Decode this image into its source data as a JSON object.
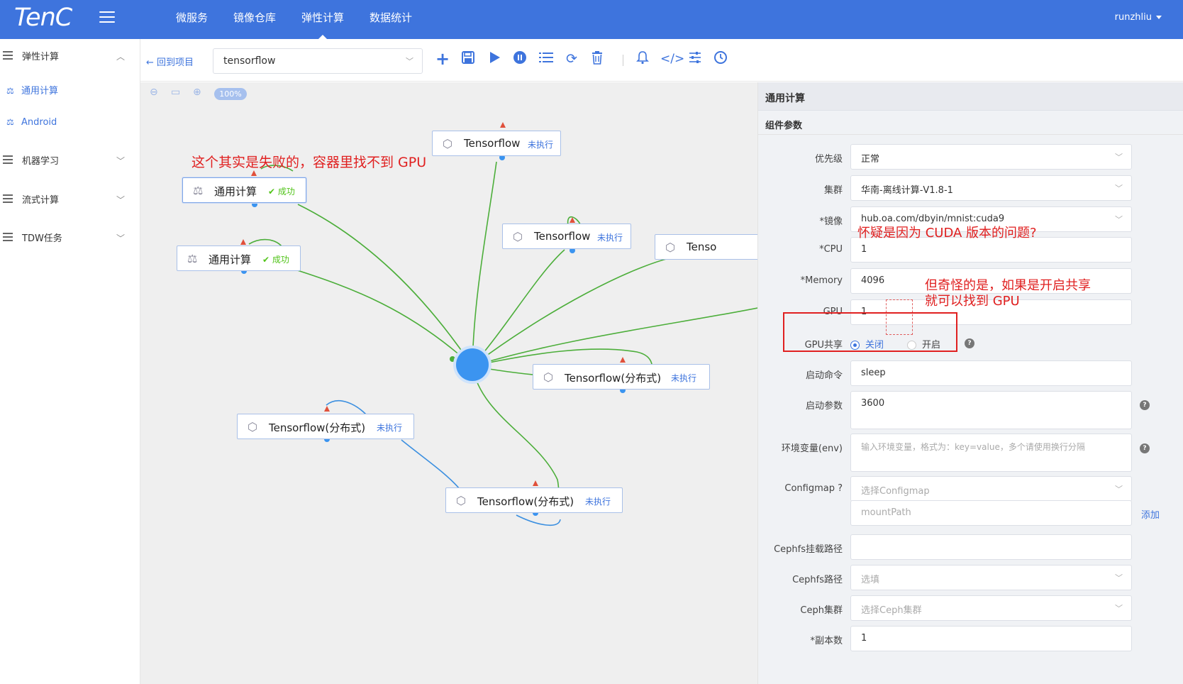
{
  "brand": {
    "logo": "TenC"
  },
  "topnav": [
    "微服务",
    "镜像仓库",
    "弹性计算",
    "数据统计"
  ],
  "user": {
    "name": "runzhliu"
  },
  "sidebar": {
    "groups": [
      "弹性计算",
      "机器学习",
      "流式计算",
      "TDW任务"
    ],
    "items": [
      "通用计算",
      "Android"
    ]
  },
  "toolbar": {
    "back": "回到项目",
    "project": "tensorflow",
    "icons": [
      "plus-icon",
      "save-icon",
      "run-icon",
      "stop-icon",
      "list-icon",
      "refresh-icon",
      "delete-icon",
      "bell-icon",
      "code-icon",
      "sliders-icon",
      "clock-icon"
    ]
  },
  "canvas": {
    "zoom": "100%",
    "annotation": "这个其实是失败的，容器里找不到 GPU",
    "nodes": [
      {
        "title": "Tensorflow",
        "status": "未执行"
      },
      {
        "title": "通用计算",
        "status": "成功"
      },
      {
        "title": "Tensorflow",
        "status": "未执行"
      },
      {
        "title": "Tenso",
        "status": ""
      },
      {
        "title": "通用计算",
        "status": "成功"
      },
      {
        "title": "Tensorflow(分布式)",
        "status": "未执行"
      },
      {
        "title": "Tensorflow(分布式)",
        "status": "未执行"
      },
      {
        "title": "Tensorflow(分布式)",
        "status": "未执行"
      }
    ]
  },
  "panel": {
    "title": "通用计算",
    "subtitle": "组件参数",
    "annotations": {
      "cuda": "怀疑是因为 CUDA 版本的问题?",
      "share_line1": "但奇怪的是，如果是开启共享",
      "share_line2": "就可以找到 GPU"
    },
    "fields": {
      "priority": {
        "label": "优先级",
        "value": "正常"
      },
      "cluster": {
        "label": "集群",
        "value": "华南-离线计算-V1.8-1"
      },
      "image": {
        "label": "*镜像",
        "value": "hub.oa.com/dbyin/mnist:cuda9"
      },
      "cpu": {
        "label": "*CPU",
        "value": "1"
      },
      "memory": {
        "label": "*Memory",
        "value": "4096"
      },
      "gpu": {
        "label": "GPU",
        "value": "1"
      },
      "gpu_share": {
        "label": "GPU共享",
        "options": [
          "关闭",
          "开启"
        ],
        "selected": "关闭"
      },
      "command": {
        "label": "启动命令",
        "value": "sleep"
      },
      "args": {
        "label": "启动参数",
        "value": "3600"
      },
      "env": {
        "label": "环境变量(env)",
        "placeholder": "输入环境变量，格式为：key=value，多个请使用换行分隔"
      },
      "configmap": {
        "label": "Configmap ?",
        "placeholder": "选择Configmap",
        "mount_placeholder": "mountPath",
        "add": "添加"
      },
      "cephfs_mount": {
        "label": "Cephfs挂载路径",
        "value": ""
      },
      "cephfs_path": {
        "label": "Cephfs路径",
        "placeholder": "选填"
      },
      "ceph_cluster": {
        "label": "Ceph集群",
        "placeholder": "选择Ceph集群"
      },
      "replicas": {
        "label": "*副本数",
        "value": "1"
      }
    }
  },
  "colors": {
    "primary": "#3e74dd",
    "success": "#52c41a",
    "annotation": "#e02020",
    "edge_green": "#4cae3a",
    "edge_blue": "#3b8fe0"
  }
}
